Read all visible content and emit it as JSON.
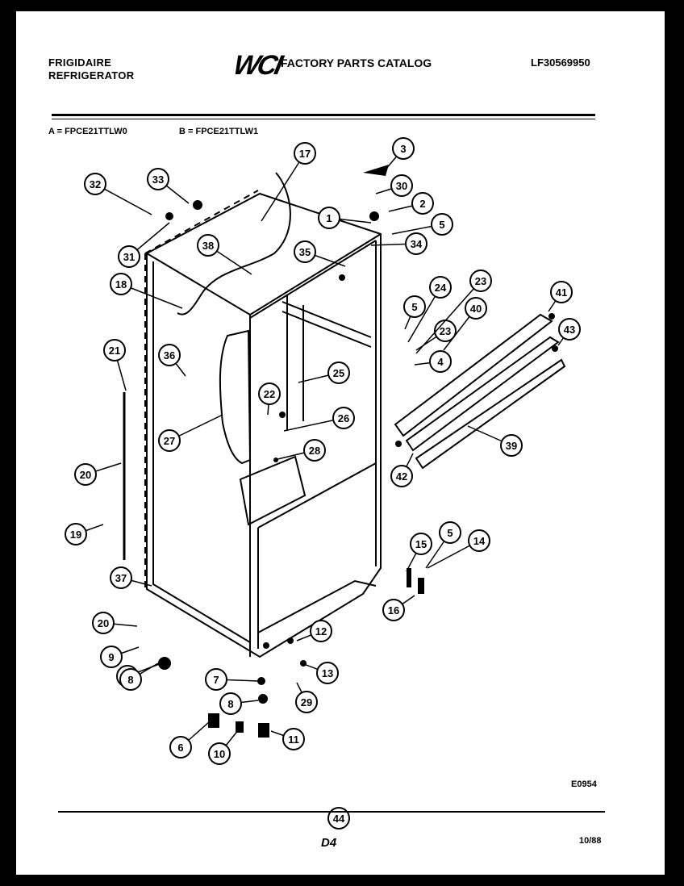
{
  "header": {
    "brand_line1": "FRIGIDAIRE",
    "brand_line2": "REFRIGERATOR",
    "logo": "WCI",
    "catalog_title": "FACTORY PARTS CATALOG",
    "catalog_number": "LF30569950"
  },
  "models": {
    "a": "A = FPCE21TTLW0",
    "b": "B = FPCE21TTLW1"
  },
  "callouts": [
    "1",
    "2",
    "3",
    "4",
    "5",
    "5",
    "5",
    "5",
    "6",
    "7",
    "8",
    "8",
    "9",
    "10",
    "11",
    "12",
    "13",
    "14",
    "15",
    "16",
    "17",
    "18",
    "19",
    "20",
    "20",
    "21",
    "22",
    "23",
    "23",
    "24",
    "25",
    "26",
    "27",
    "28",
    "29",
    "30",
    "31",
    "32",
    "33",
    "34",
    "35",
    "36",
    "37",
    "38",
    "39",
    "40",
    "41",
    "42",
    "43",
    "44"
  ],
  "footer": {
    "drawing_number": "E0954",
    "page": "D4",
    "date": "10/88"
  }
}
